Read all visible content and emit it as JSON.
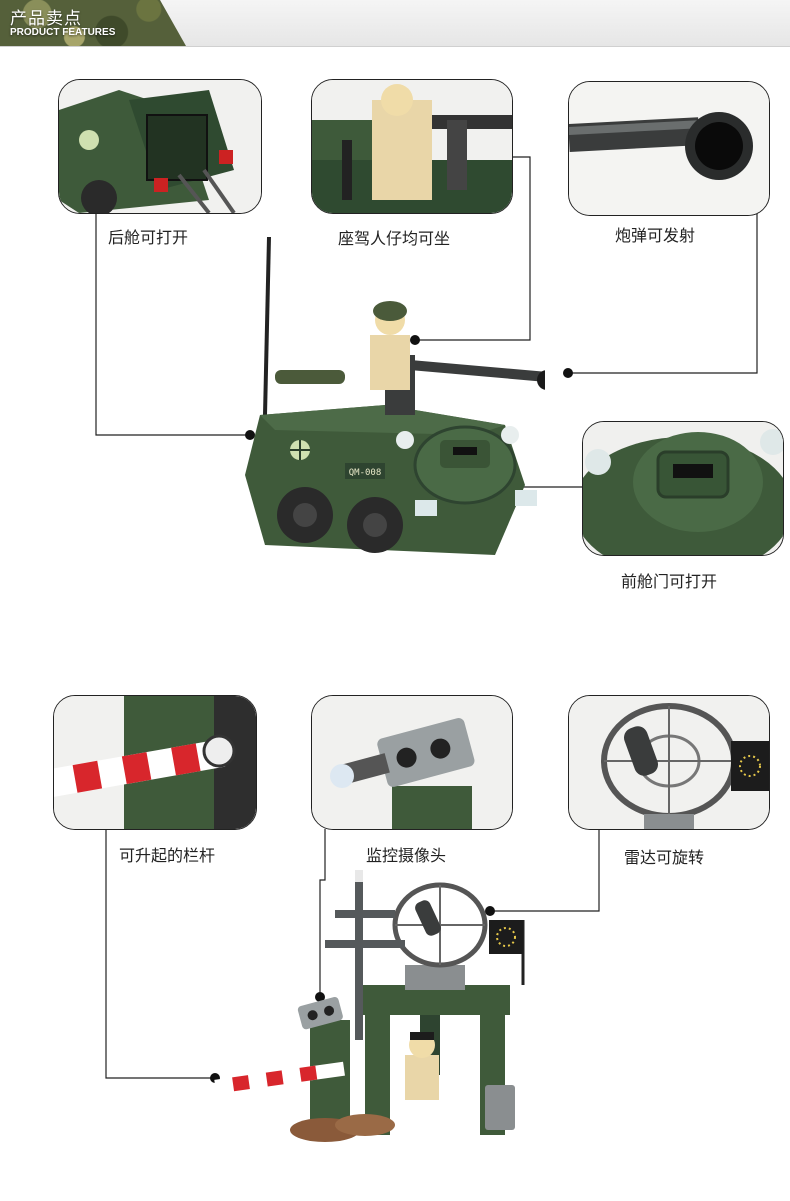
{
  "header": {
    "title": "产品卖点",
    "subtitle": "PRODUCT FEATURES"
  },
  "vehicle": {
    "plate_text": "QM-008",
    "features": {
      "rear_hatch": "后舱可打开",
      "seat": "座驾人仔均可坐",
      "cannon": "炮弹可发射",
      "front_hatch": "前舱门可打开"
    }
  },
  "outpost": {
    "features": {
      "barrier": "可升起的栏杆",
      "camera": "监控摄像头",
      "radar": "雷达可旋转"
    }
  },
  "colors": {
    "army_green": "#3f5a3a",
    "dark_green": "#2e4430",
    "tan": "#e9d6a8",
    "grey": "#8a8e90",
    "barrier_red": "#d8262c"
  }
}
